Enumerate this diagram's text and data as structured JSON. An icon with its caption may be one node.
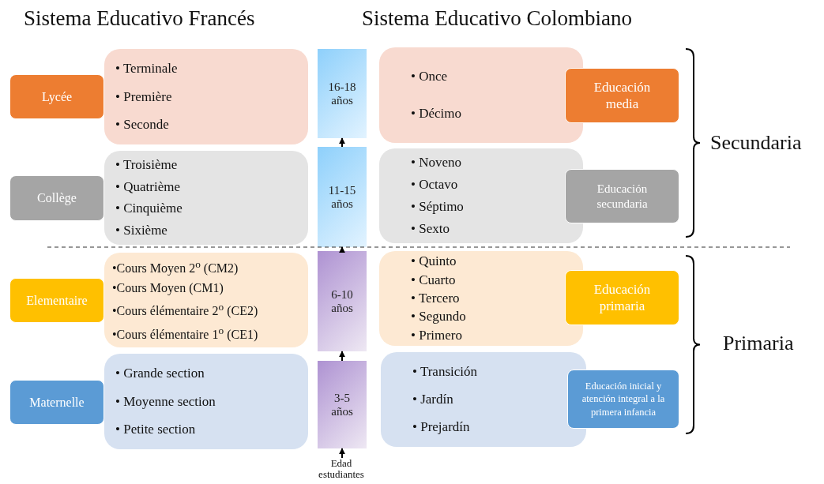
{
  "diagram": {
    "nodes": [
      {
        "text": [
          "Lycée"
        ]
      },
      {
        "text": [
          "• Terminale",
          "• Première",
          "• Seconde"
        ]
      },
      {
        "text": [
          "16-18 años"
        ]
      },
      {
        "text": [
          "• Once",
          "• Décimo"
        ]
      },
      {
        "text": [
          "Educación media"
        ]
      },
      {
        "text": [
          "Collège"
        ]
      },
      {
        "text": [
          "• Troisième",
          "• Quatrième",
          "• Cinquième",
          "• Sixième"
        ]
      },
      {
        "text": [
          "11-15 años"
        ]
      },
      {
        "text": [
          "• Noveno",
          "• Octavo",
          "• Séptimo",
          "• Sexto"
        ]
      },
      {
        "text": [
          "Educación secundaria"
        ]
      },
      {
        "text": [
          "Elementaire"
        ]
      },
      {
        "text": [
          "•Cours Moyen 2$^{o}$ (CM2)",
          "•Cours Moyen (CM1)",
          "•Cours élémentaire 2$^{o}$ (CE2)",
          "•Cours élémentaire 1$^{o}$ (CE1)"
        ]
      },
      {
        "text": [
          "6-10 años"
        ]
      },
      {
        "text": [
          "• Quinto",
          "• Cuarto",
          "• Tercero",
          "• Segundo",
          "• Primero"
        ]
      },
      {
        "text": [
          "Educación primaria"
        ]
      },
      {
        "text": [
          "Maternelle"
        ]
      },
      {
        "text": [
          "• Grande section",
          "• Moyenne section",
          "• Petite section"
        ]
      },
      {
        "text": [
          "3-5 años"
        ]
      },
      {
        "text": [
          "• Transición",
          "• Jardín",
          "• Prejardín"
        ]
      },
      {
        "text": [
          "Educación inicial y atención integral a la primera infancia"
        ]
      },
      {
        "text": [
          "Edad estudiantes"
        ]
      }
    ],
    "edges": [
      {
        "from": 20,
        "to": 17,
        "arrow": "to"
      },
      {
        "from": 17,
        "to": 12,
        "arrow": "to"
      },
      {
        "from": 12,
        "to": 7,
        "arrow": "to"
      },
      {
        "from": 7,
        "to": 2,
        "arrow": "to"
      }
    ],
    "labels": [
      "Sistema Educativo Francés",
      "Sistema Educativo Colombiano",
      "Secundaria",
      "Primaria"
    ]
  }
}
